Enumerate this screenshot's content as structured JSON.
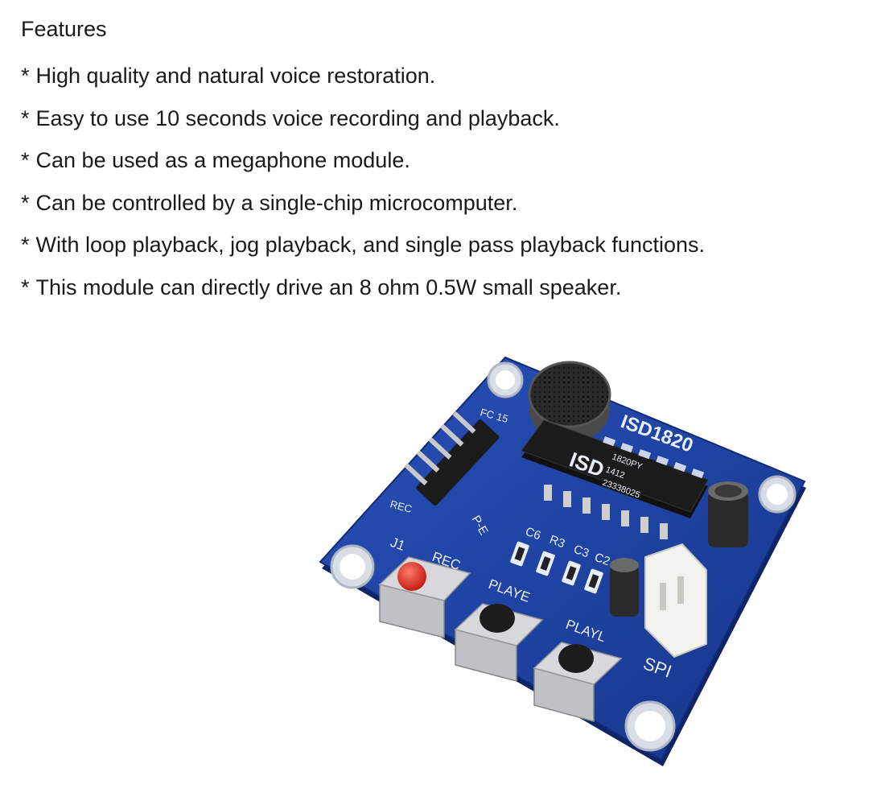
{
  "features": {
    "heading": "Features",
    "bullet": "*",
    "items": [
      "High quality and natural voice restoration.",
      "Easy to use 10 seconds voice recording and playback.",
      "Can be used as a megaphone module.",
      "Can be controlled by a single-chip microcomputer.",
      "With loop playback, jog playback, and single pass playback functions.",
      "This module can directly drive an 8 ohm 0.5W small speaker."
    ]
  },
  "board": {
    "model_label": "ISD1820",
    "chip_line1": "ISD",
    "chip_line2": "1820PY",
    "chip_line3": "1412",
    "chip_line4": "23338025",
    "silk_fcl": "FC 15",
    "silk_rec_side": "REC",
    "silk_pe": "P-E",
    "silk_j1": "J1",
    "silk_rec_button": "REC",
    "silk_playe": "PLAYE",
    "silk_playl": "PLAYL",
    "silk_spi": "SPI",
    "silk_c6": "C6",
    "silk_r3": "R3",
    "silk_c3": "C3",
    "silk_c2": "C2",
    "colors": {
      "pcb": "#1d3f9c",
      "pcb_edge": "#122a70",
      "led": "#e8261c",
      "chip": "#1b1b1b"
    }
  }
}
